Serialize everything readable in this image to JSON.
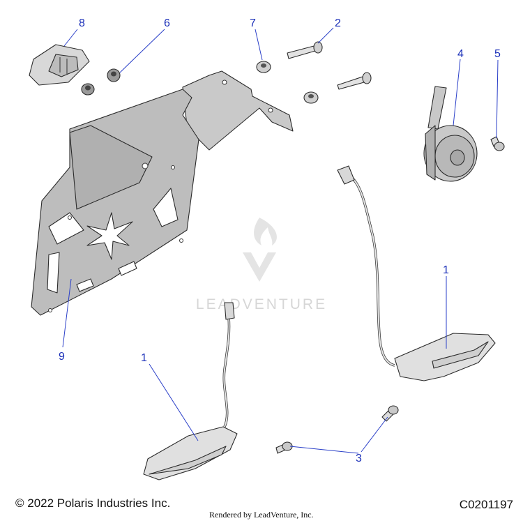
{
  "watermark": {
    "text": "LEADVENTURE"
  },
  "callouts": [
    {
      "id": "c8",
      "label": "8"
    },
    {
      "id": "c6",
      "label": "6"
    },
    {
      "id": "c7",
      "label": "7"
    },
    {
      "id": "c2",
      "label": "2"
    },
    {
      "id": "c4",
      "label": "4"
    },
    {
      "id": "c5",
      "label": "5"
    },
    {
      "id": "c1a",
      "label": "1"
    },
    {
      "id": "c9",
      "label": "9"
    },
    {
      "id": "c1b",
      "label": "1"
    },
    {
      "id": "c3",
      "label": "3"
    }
  ],
  "footer": {
    "copyright": "© 2022 Polaris Industries Inc.",
    "rendered_by": "Rendered by LeadVenture, Inc.",
    "diagram_code": "C0201197"
  },
  "colors": {
    "callout": "#1a2fb8",
    "plate": "#bdbdbd",
    "part_light": "#d9d9d9"
  }
}
